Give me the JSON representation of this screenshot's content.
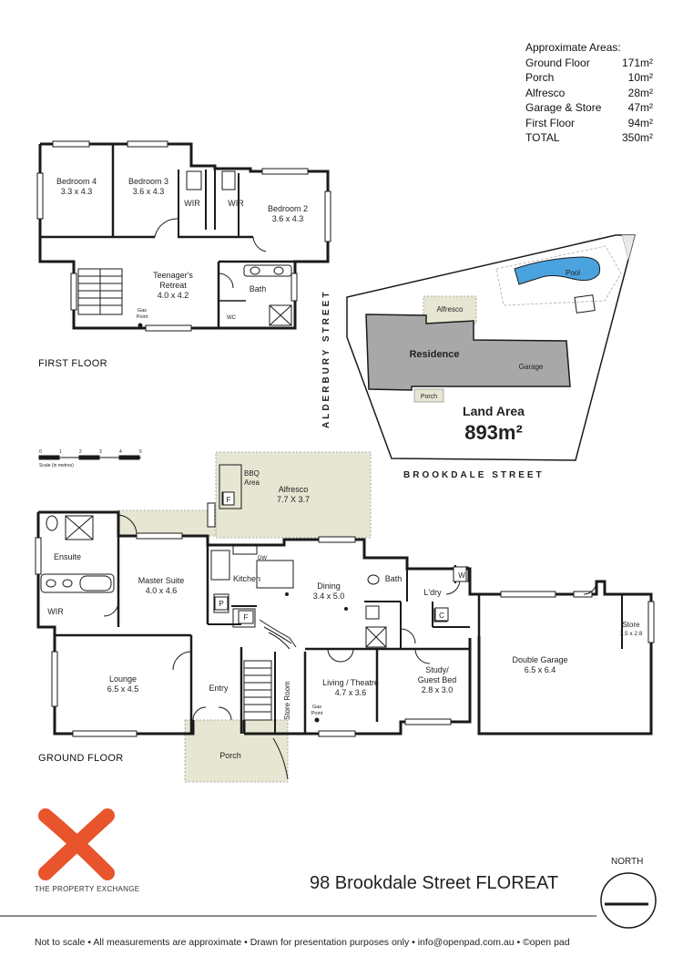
{
  "areas": {
    "heading": "Approximate Areas:",
    "rows": [
      {
        "name": "Ground Floor",
        "value": "171m²"
      },
      {
        "name": "Porch",
        "value": "10m²"
      },
      {
        "name": "Alfresco",
        "value": "28m²"
      },
      {
        "name": "Garage & Store",
        "value": "47m²"
      },
      {
        "name": "First Floor",
        "value": "94m²"
      },
      {
        "name": "TOTAL",
        "value": "350m²"
      }
    ]
  },
  "first_floor": {
    "label": "FIRST FLOOR",
    "bedroom4": {
      "name": "Bedroom 4",
      "dims": "3.3 x 4.3"
    },
    "bedroom3": {
      "name": "Bedroom 3",
      "dims": "3.6 x 4.3"
    },
    "bedroom2": {
      "name": "Bedroom 2",
      "dims": "3.6 x 4.3"
    },
    "wir1": "WIR",
    "wir2": "WIR",
    "retreat": {
      "name": "Teenager's",
      "name2": "Retreat",
      "dims": "4.0 x 4.2"
    },
    "bath": "Bath",
    "wc": "WC",
    "gas": {
      "line1": "Gas",
      "line2": "Point"
    }
  },
  "site": {
    "street1": "ALDERBURY STREET",
    "street2": "BROOKDALE STREET",
    "pool": "Pool",
    "alfresco": "Alfresco",
    "residence": "Residence",
    "garage": "Garage",
    "porch": "Porch",
    "land_area_label": "Land Area",
    "land_area_value": "893m²"
  },
  "scale": {
    "ticks": [
      "0",
      "1",
      "2",
      "3",
      "4",
      "5"
    ],
    "caption": "Scale (in metres)"
  },
  "ground_floor": {
    "label": "GROUND FLOOR",
    "bbq": {
      "line1": "BBQ",
      "line2": "Area"
    },
    "f1": "F",
    "alfresco": {
      "name": "Alfresco",
      "dims": "7.7 X 3.7"
    },
    "ensuite": "Ensuite",
    "wir": "WIR",
    "master": {
      "name": "Master Suite",
      "dims": "4.0 x 4.6"
    },
    "kitchen": "Kitchen",
    "dw": "DW",
    "p": "P",
    "f2": "F",
    "dining": {
      "name": "Dining",
      "dims": "3.4 x 5.0"
    },
    "bath": "Bath",
    "w": "W",
    "ldry": "L'dry",
    "c": "C",
    "store": {
      "name": "Store",
      "dims": "1.5 x 2.8"
    },
    "lounge": {
      "name": "Lounge",
      "dims": "6.5 x 4.5"
    },
    "entry": "Entry",
    "store_room": "Store Room",
    "living": {
      "name": "Living / Theatre",
      "dims": "4.7 x 3.6"
    },
    "study": {
      "line1": "Study/",
      "line2": "Guest Bed",
      "dims": "2.8 x 3.0"
    },
    "garage": {
      "name": "Double Garage",
      "dims": "6.5 x 6.4"
    },
    "porch": "Porch",
    "gas": {
      "line1": "Gas",
      "line2": "Point"
    }
  },
  "brand": {
    "name": "THE PROPERTY EXCHANGE",
    "color": "#e8542c"
  },
  "address": "98 Brookdale Street FLOREAT",
  "north": "NORTH",
  "footer": "Not to scale  •  All measurements are approximate  •  Drawn for presentation purposes only  •  info@openpad.com.au  •  ©open pad",
  "colors": {
    "wall": "#1a1a1a",
    "outdoor": "#e6e6d3",
    "residence": "#a8a8a8",
    "pool": "#4aa3df"
  }
}
